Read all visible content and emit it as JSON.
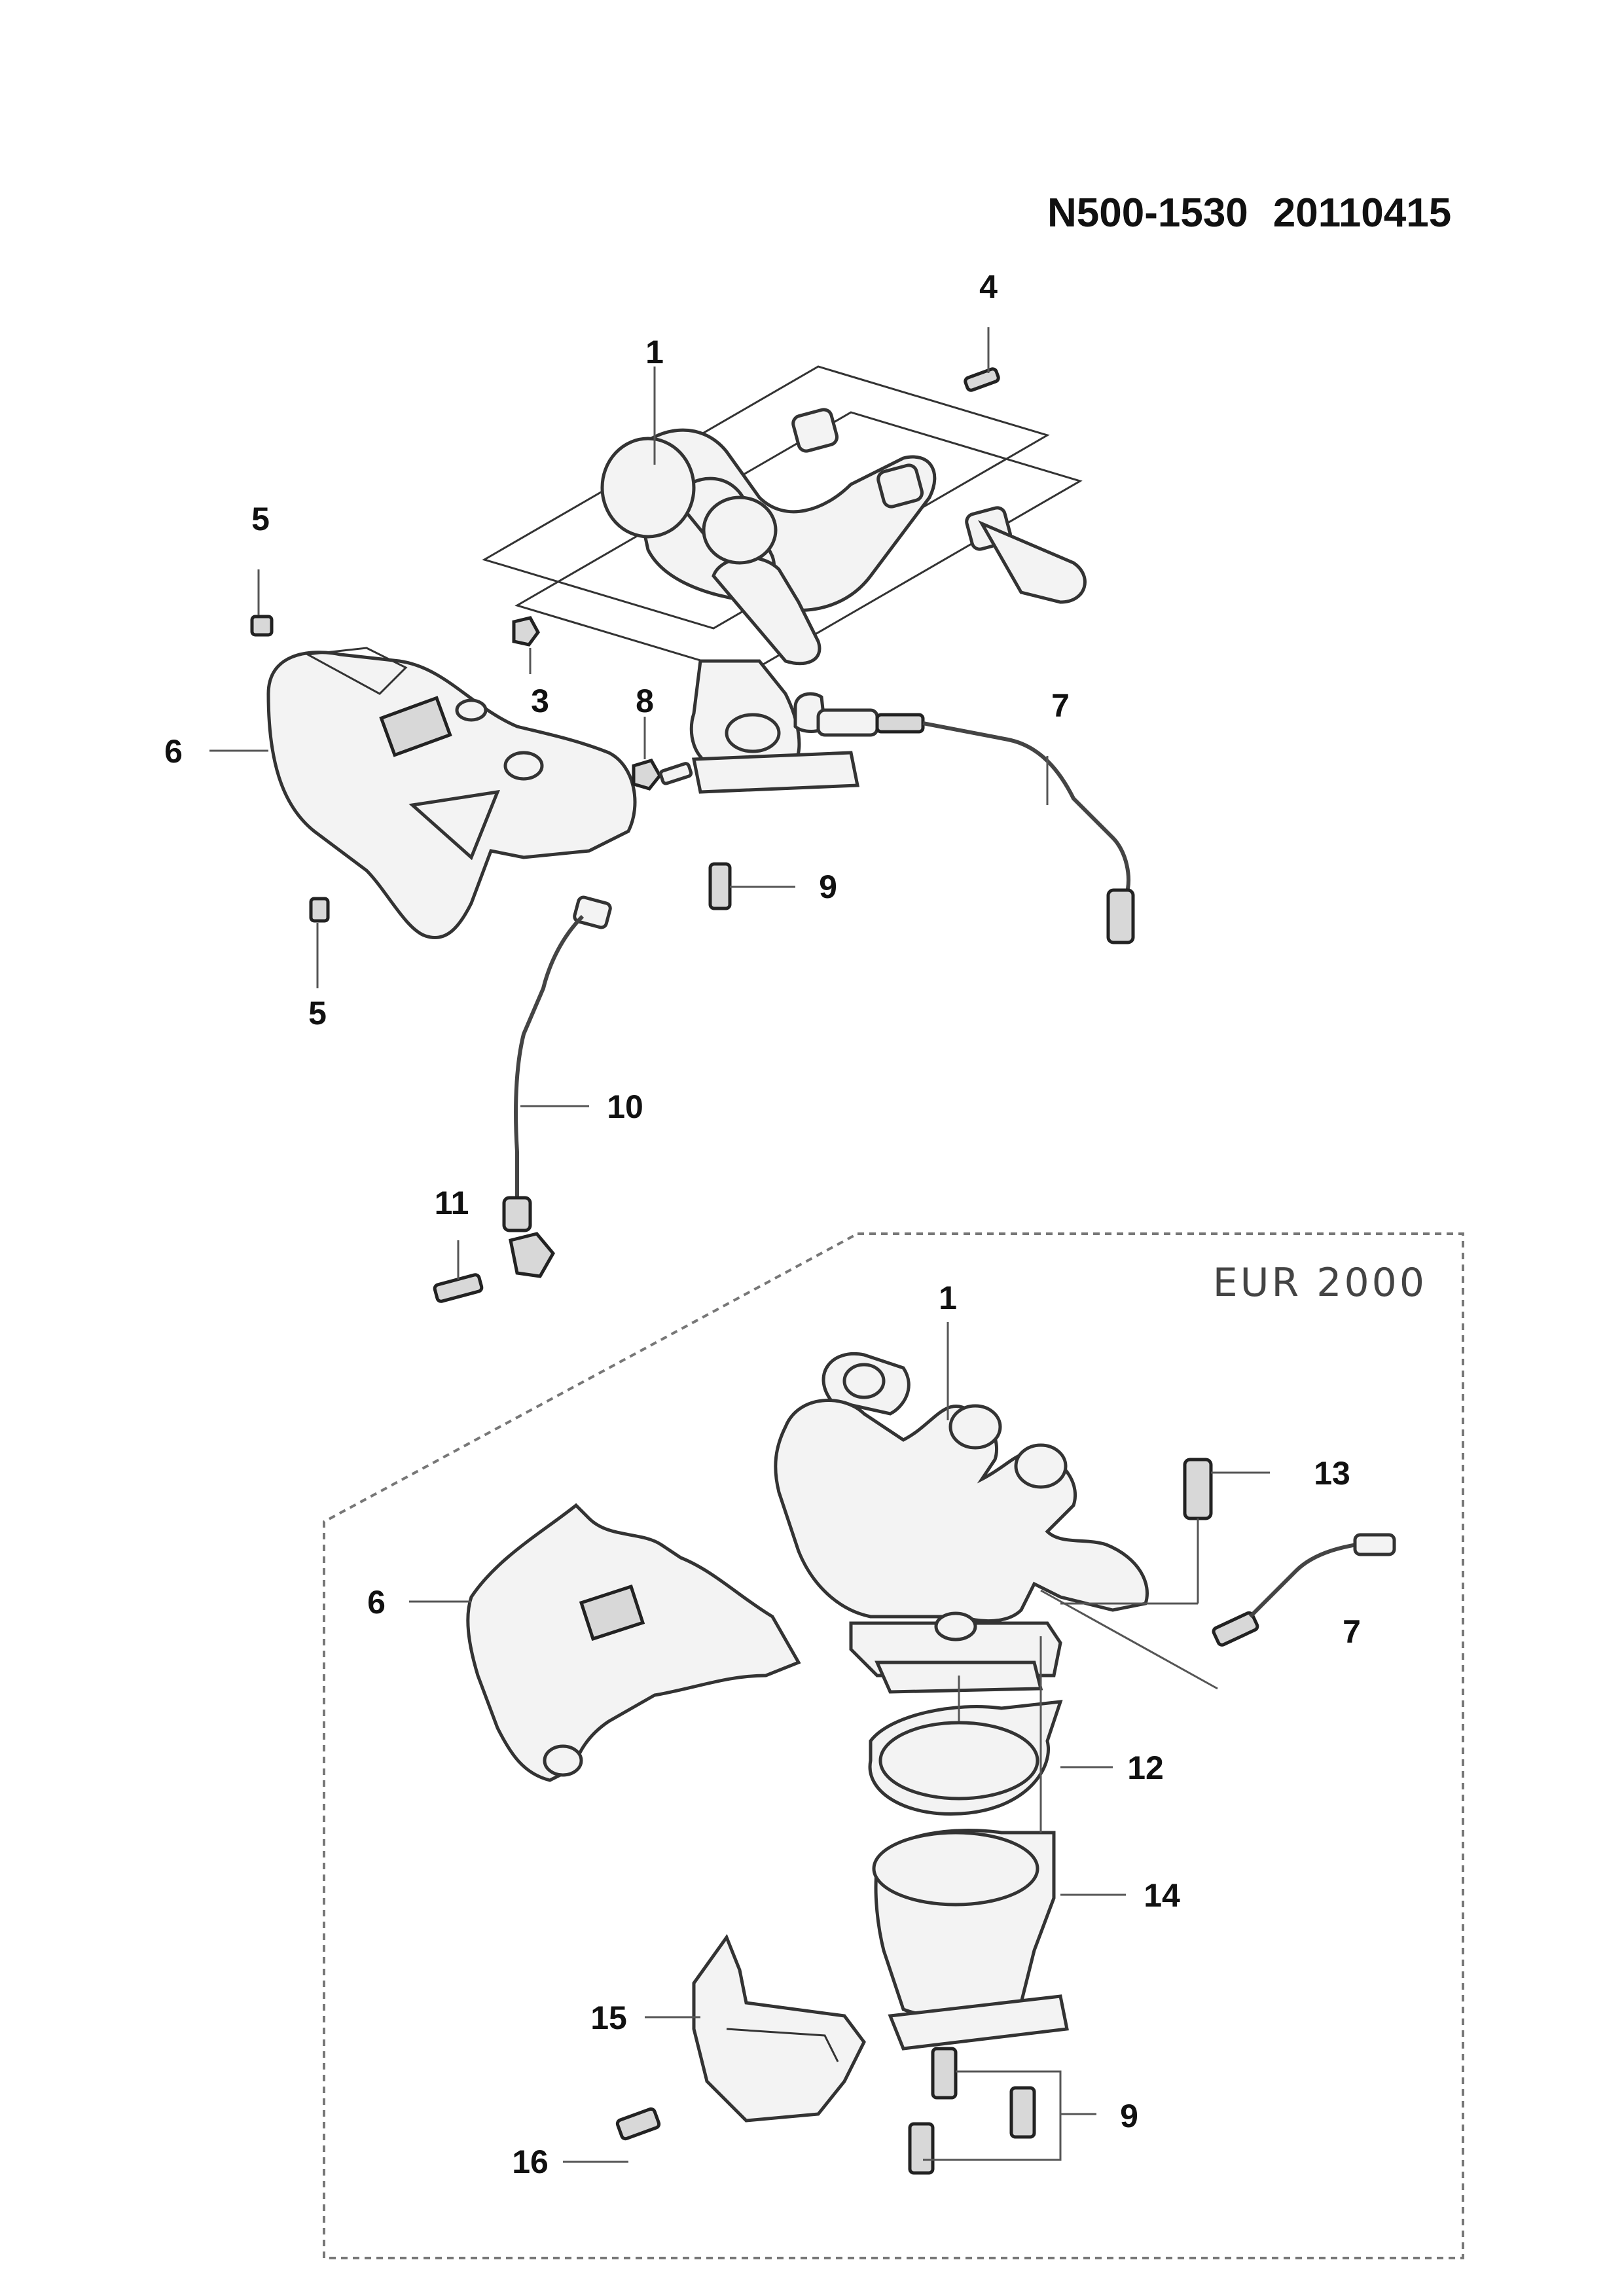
{
  "header": {
    "part_number": "N500-1530",
    "date_code": "20110415"
  },
  "variant_box": {
    "label": "EUR 2000"
  },
  "callouts_upper": [
    "1",
    "3",
    "4",
    "5",
    "5",
    "6",
    "7",
    "8",
    "9",
    "10",
    "11"
  ],
  "callouts_lower": [
    "1",
    "6",
    "7",
    "9",
    "12",
    "13",
    "14",
    "15",
    "16"
  ]
}
